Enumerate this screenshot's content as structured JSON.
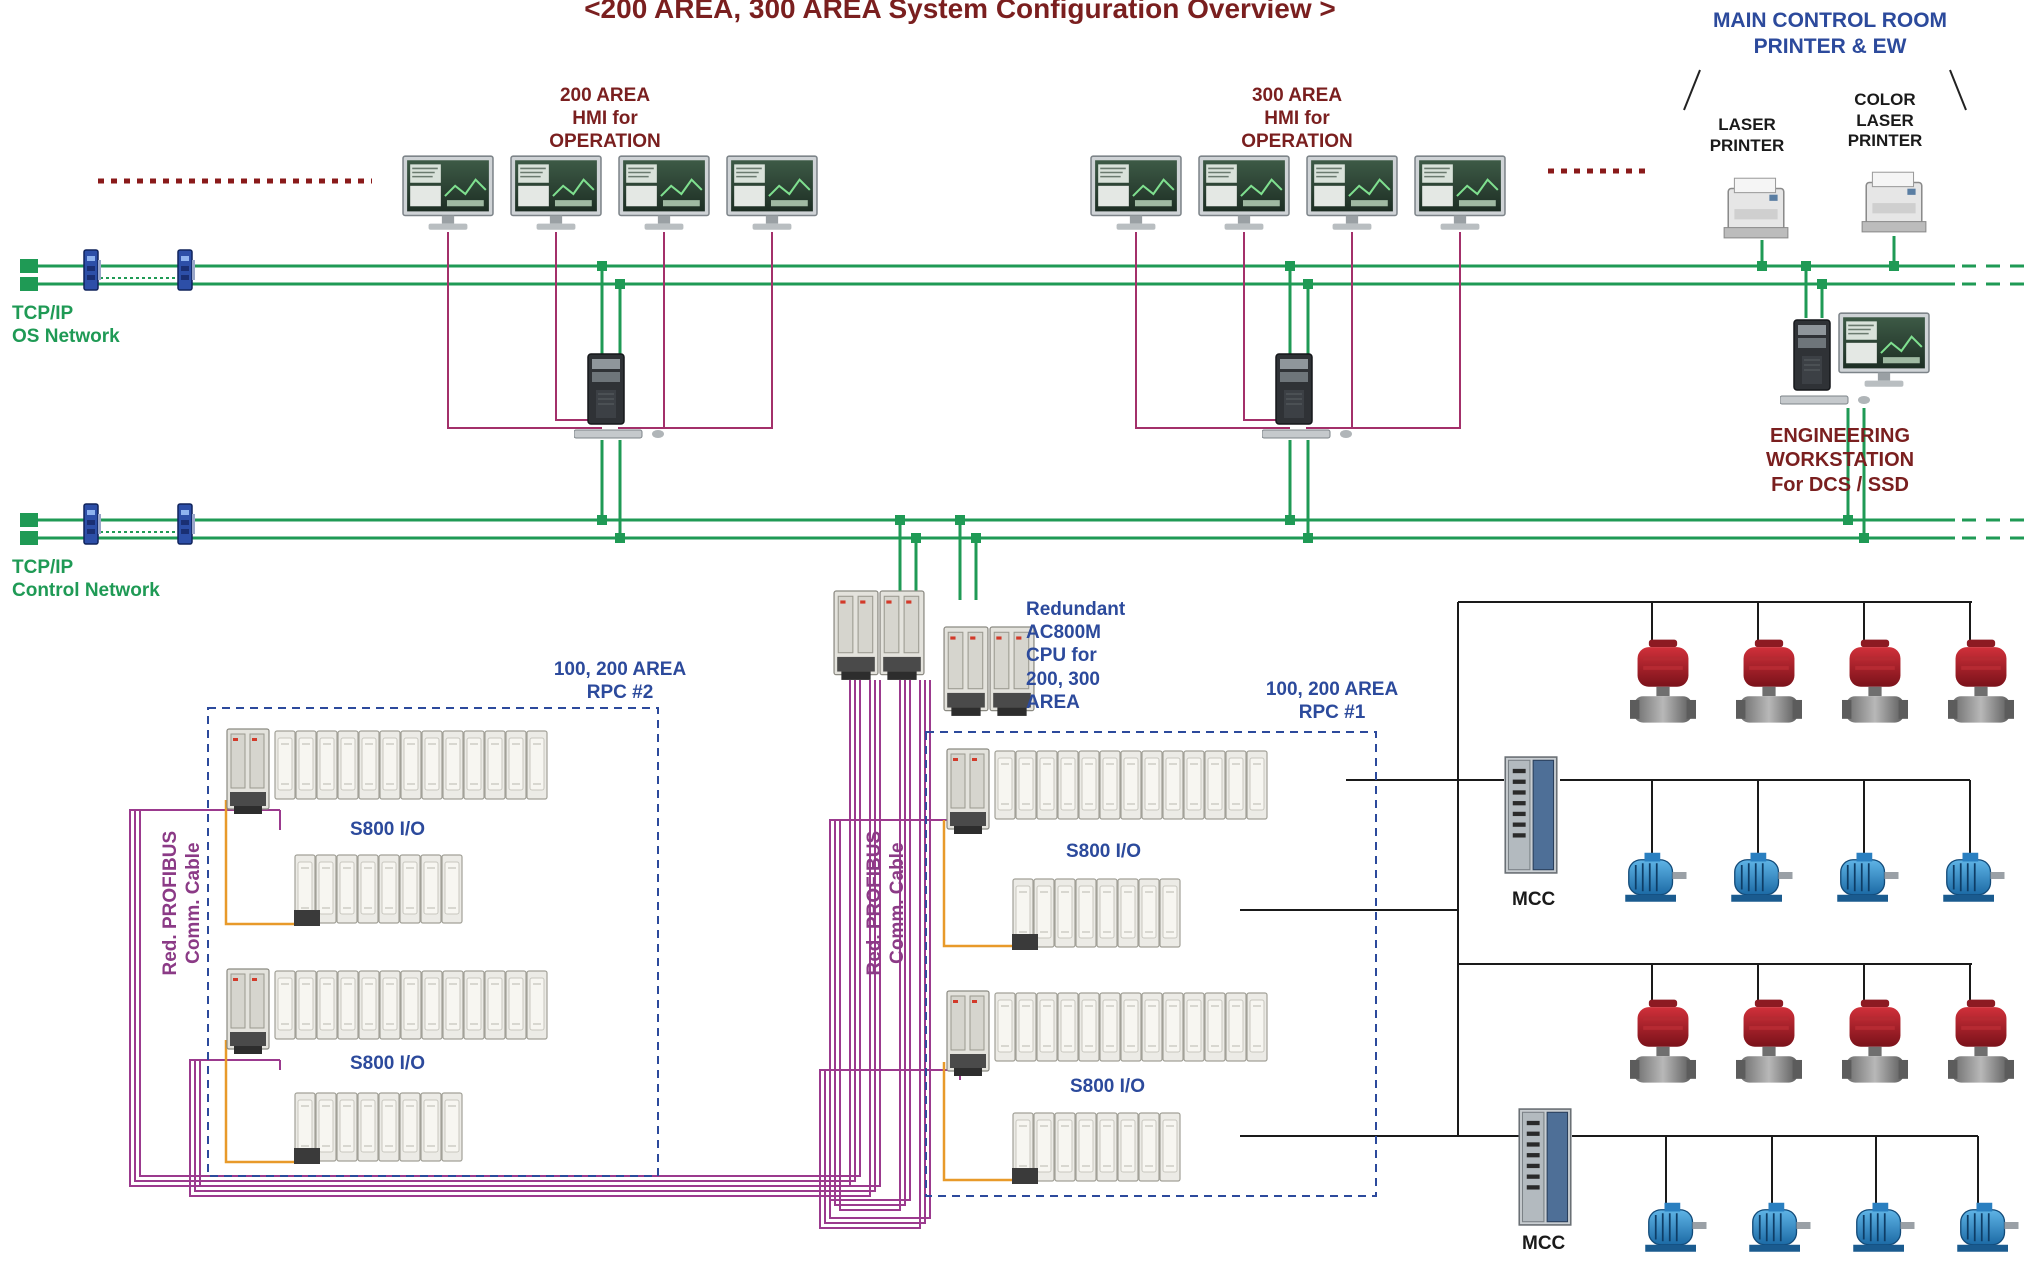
{
  "title": "<200 AREA, 300 AREA System Configuration Overview >",
  "labels": {
    "main_control_room": "MAIN CONTROL ROOM\nPRINTER & EW",
    "laser_printer": "LASER\nPRINTER",
    "color_laser_printer": "COLOR\nLASER\nPRINTER",
    "hmi_200": "200 AREA\nHMI for\nOPERATION",
    "hmi_300": "300 AREA\nHMI for\nOPERATION",
    "os_network": "TCP/IP\nOS Network",
    "control_network": "TCP/IP\nControl Network",
    "engineering_ws": "ENGINEERING\nWORKSTATION\nFor DCS / SSD",
    "redundant_cpu": "Redundant\nAC800M\nCPU for\n200, 300\nAREA",
    "rpc2": "100, 200 AREA\nRPC #2",
    "rpc1": "100, 200 AREA\nRPC #1",
    "s800_a": "S800 I/O",
    "s800_b": "S800 I/O",
    "s800_c": "S800 I/O",
    "s800_d": "S800 I/O",
    "profibus_left": "Red. PROFIBUS\nComm. Cable",
    "profibus_right": "Red. PROFIBUS\nComm. Cable",
    "mcc_top": "MCC",
    "mcc_bottom": "MCC"
  },
  "colors": {
    "network": "#1f9a55",
    "hmi_cable": "#a3306a",
    "profibus": "#9b3a8e",
    "io_link": "#e89a2a",
    "area_box": "#2c4a9c",
    "title_red": "#7a1f1f"
  },
  "icons": [
    "monitor-icon",
    "pc-tower-icon",
    "laser-printer-icon",
    "switch-icon",
    "controller-icon",
    "io-module-icon",
    "mcc-panel-icon",
    "valve-actuator-icon",
    "motor-icon"
  ]
}
